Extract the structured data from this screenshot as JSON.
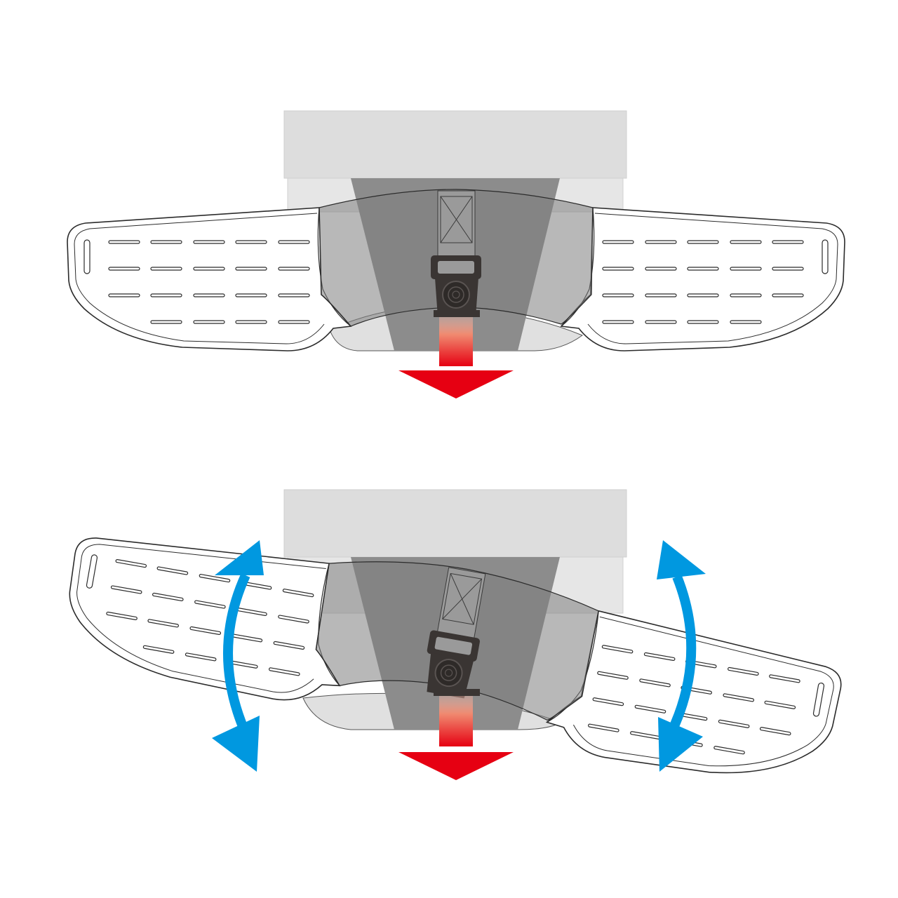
{
  "colors": {
    "background": "#ffffff",
    "pack_light": "#dcdcdc",
    "pack_dark": "#8f8f8f",
    "pack_darker": "#7b7b7b",
    "belt_outline": "#2b2b2b",
    "buckle": "#3a3533",
    "pull_arrow_top": "#f4a090",
    "pull_arrow_bottom": "#e60012",
    "pivot_arrow": "#0098e0"
  },
  "panels": [
    {
      "name": "static-belt-panel",
      "pivot_degrees": 0,
      "show_pivot_arrows": false
    },
    {
      "name": "pivoting-belt-panel",
      "pivot_degrees": 10,
      "show_pivot_arrows": true
    }
  ],
  "icons": {
    "pull_arrow": "arrow-down-icon",
    "pivot_arrow": "double-curved-arrow-icon",
    "buckle": "ladder-lock-buckle"
  }
}
